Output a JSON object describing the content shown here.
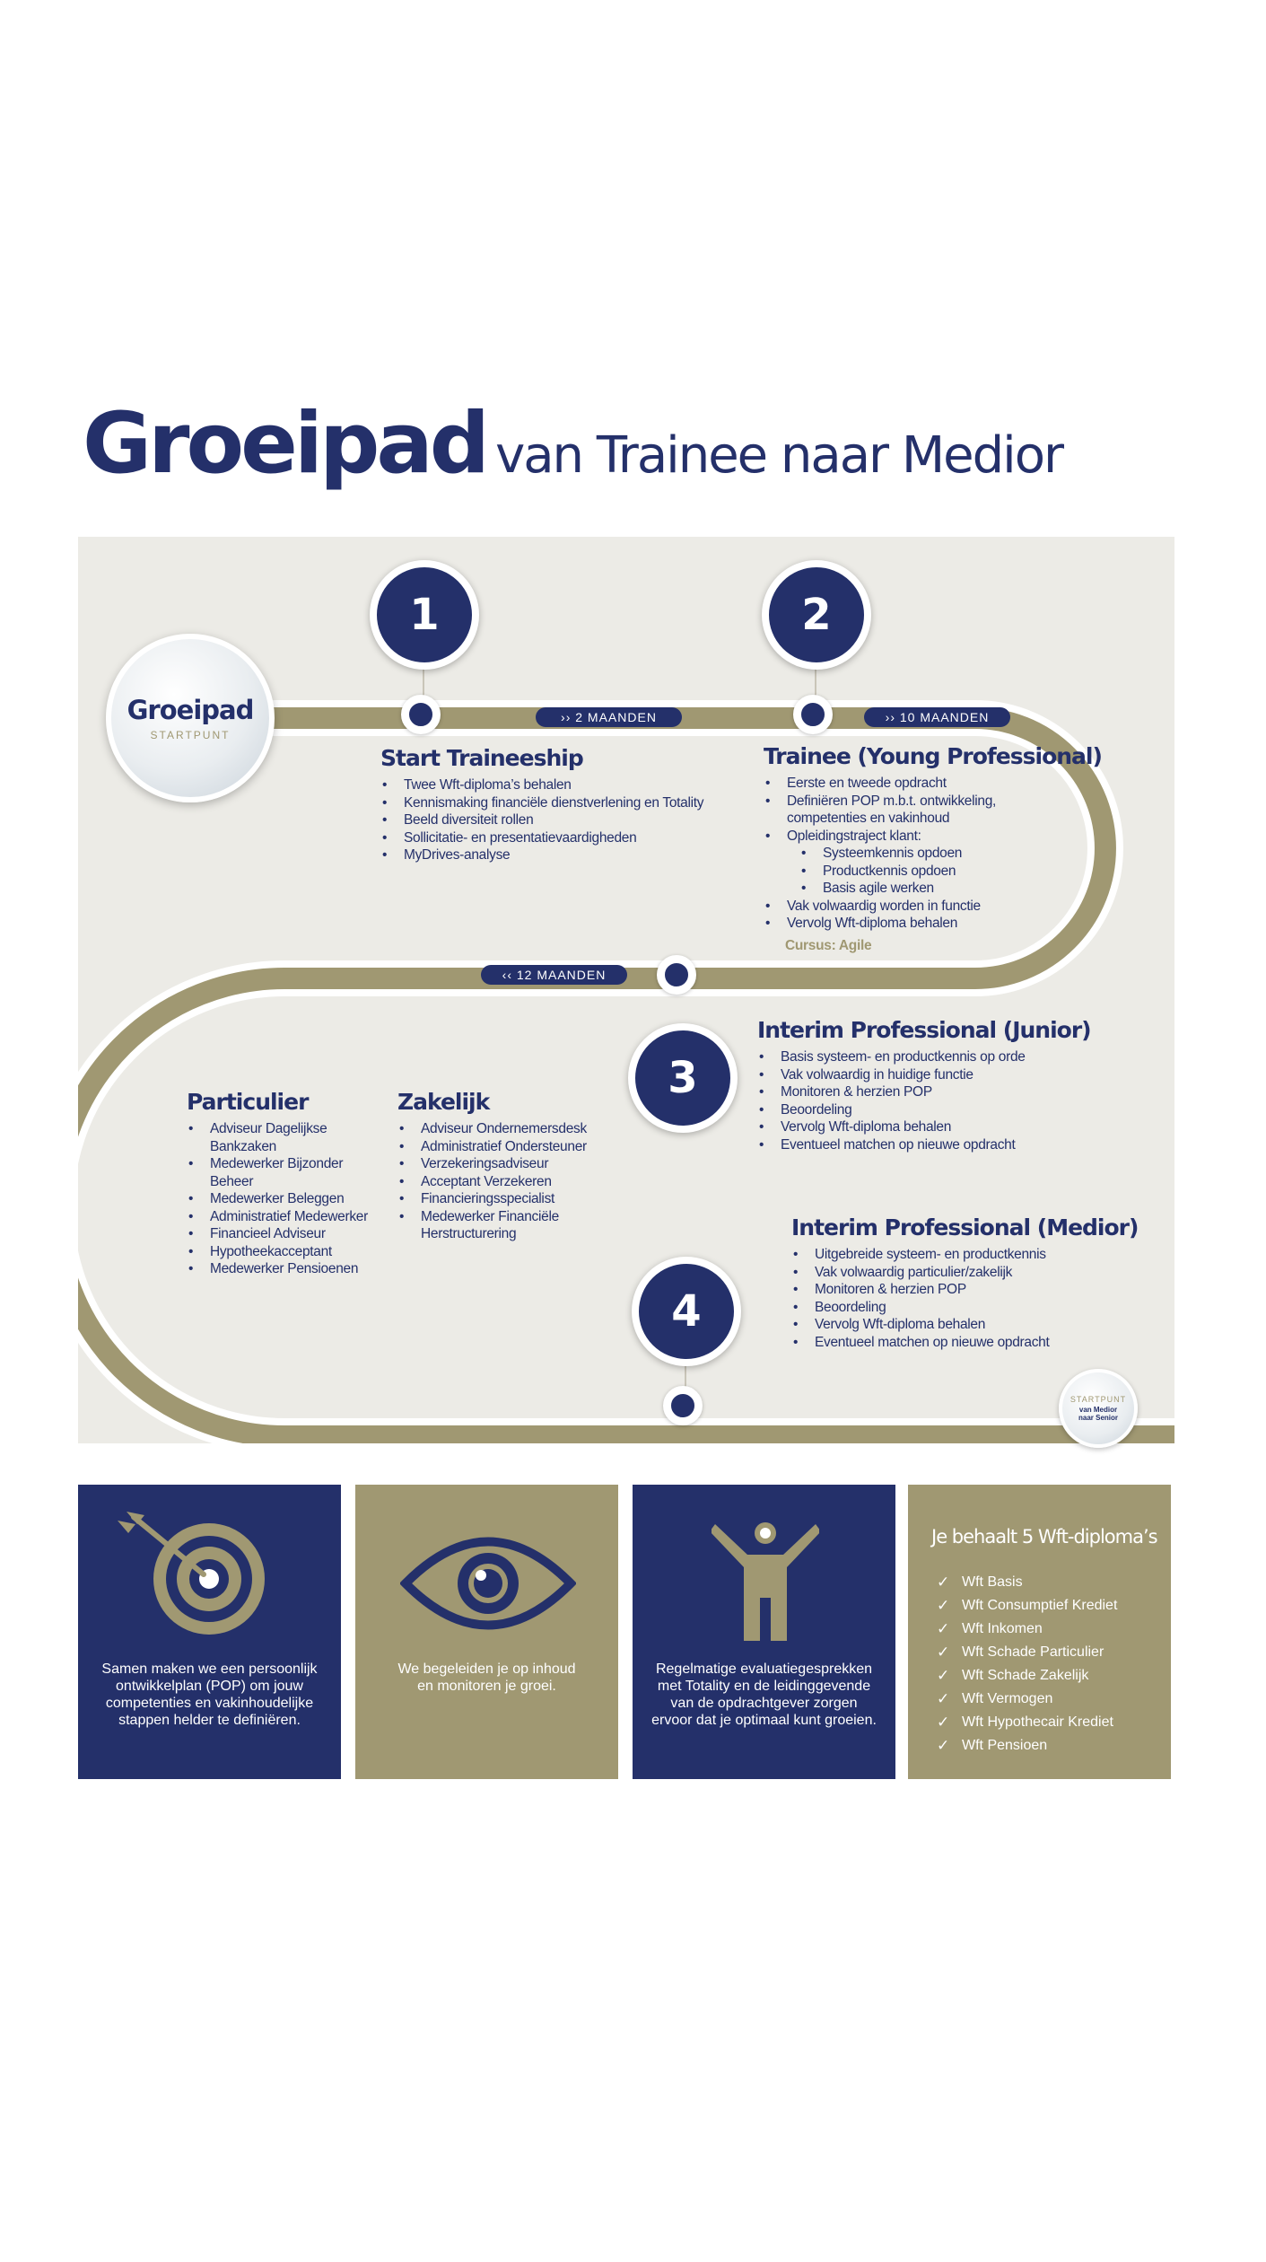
{
  "title": {
    "main": "Groeipad",
    "sub": "van Trainee naar Medior"
  },
  "colors": {
    "navy": "#24306a",
    "tan": "#a09872",
    "panel": "#ecebe6",
    "white": "#ffffff"
  },
  "start_badge": {
    "title": "Groeipad",
    "subtitle": "STARTPUNT"
  },
  "end_badge": {
    "title": "STARTPUNT",
    "subtitle": "van Medior naar Senior"
  },
  "durations": {
    "d1": "›› 2 MAANDEN",
    "d2": "›› 10 MAANDEN",
    "d3": "‹‹ 12 MAANDEN"
  },
  "steps": [
    {
      "number": "1",
      "title": "Start Traineeship",
      "items": [
        "Twee Wft-diploma’s behalen",
        "Kennismaking financiële dienstverlening en Totality",
        "Beeld diversiteit rollen",
        "Sollicitatie- en presentatievaardigheden",
        "MyDrives-analyse"
      ]
    },
    {
      "number": "2",
      "title": "Trainee (Young Professional)",
      "items": [
        "Eerste en tweede opdracht",
        "Definiëren POP m.b.t. ontwikkeling, competenties en vakinhoud",
        "Opleidingstraject klant:"
      ],
      "subitems": [
        "Systeemkennis opdoen",
        "Productkennis opdoen",
        "Basis agile werken"
      ],
      "items_after": [
        "Vak volwaardig worden in functie",
        "Vervolg Wft-diploma behalen"
      ],
      "course": "Cursus: Agile"
    },
    {
      "number": "3",
      "title": "Interim Professional (Junior)",
      "items": [
        "Basis systeem- en productkennis op orde",
        "Vak volwaardig in huidige functie",
        "Monitoren & herzien POP",
        "Beoordeling",
        "Vervolg Wft-diploma behalen",
        "Eventueel matchen op nieuwe opdracht"
      ]
    },
    {
      "number": "4",
      "title": "Interim Professional (Medior)",
      "items": [
        "Uitgebreide systeem- en productkennis",
        "Vak volwaardig particulier/zakelijk",
        "Monitoren & herzien POP",
        "Beoordeling",
        "Vervolg Wft-diploma behalen",
        "Eventueel matchen op nieuwe opdracht"
      ]
    }
  ],
  "particulier": {
    "title": "Particulier",
    "items": [
      "Adviseur Dagelijkse Bankzaken",
      "Medewerker Bijzonder Beheer",
      "Medewerker Beleggen",
      "Administratief Medewerker",
      "Financieel Adviseur",
      "Hypotheekacceptant",
      "Medewerker Pensioenen"
    ]
  },
  "zakelijk": {
    "title": "Zakelijk",
    "items": [
      "Adviseur Ondernemersdesk",
      "Administratief Ondersteuner",
      "Verzekeringsadviseur",
      "Acceptant Verzekeren",
      "Financieringsspecialist",
      "Medewerker Financiële Herstructurering"
    ]
  },
  "tiles": [
    {
      "icon": "target-icon",
      "text": "Samen maken we een persoonlijk ontwikkelplan (POP) om jouw competenties en vakinhoudelijke stappen helder te definiëren."
    },
    {
      "icon": "eye-icon",
      "text": "We begeleiden je op inhoud en monitoren je groei."
    },
    {
      "icon": "person-icon",
      "text": "Regelmatige evaluatiegesprekken met Totality en de leidinggevende van de opdrachtgever zorgen ervoor dat je optimaal kunt groeien."
    }
  ],
  "diplomas": {
    "title": "Je behaalt 5 Wft-diploma’s",
    "items": [
      "Wft Basis",
      "Wft Consumptief Krediet",
      "Wft Inkomen",
      "Wft Schade Particulier",
      "Wft Schade Zakelijk",
      "Wft Vermogen",
      "Wft Hypothecair Krediet",
      "Wft Pensioen"
    ]
  }
}
